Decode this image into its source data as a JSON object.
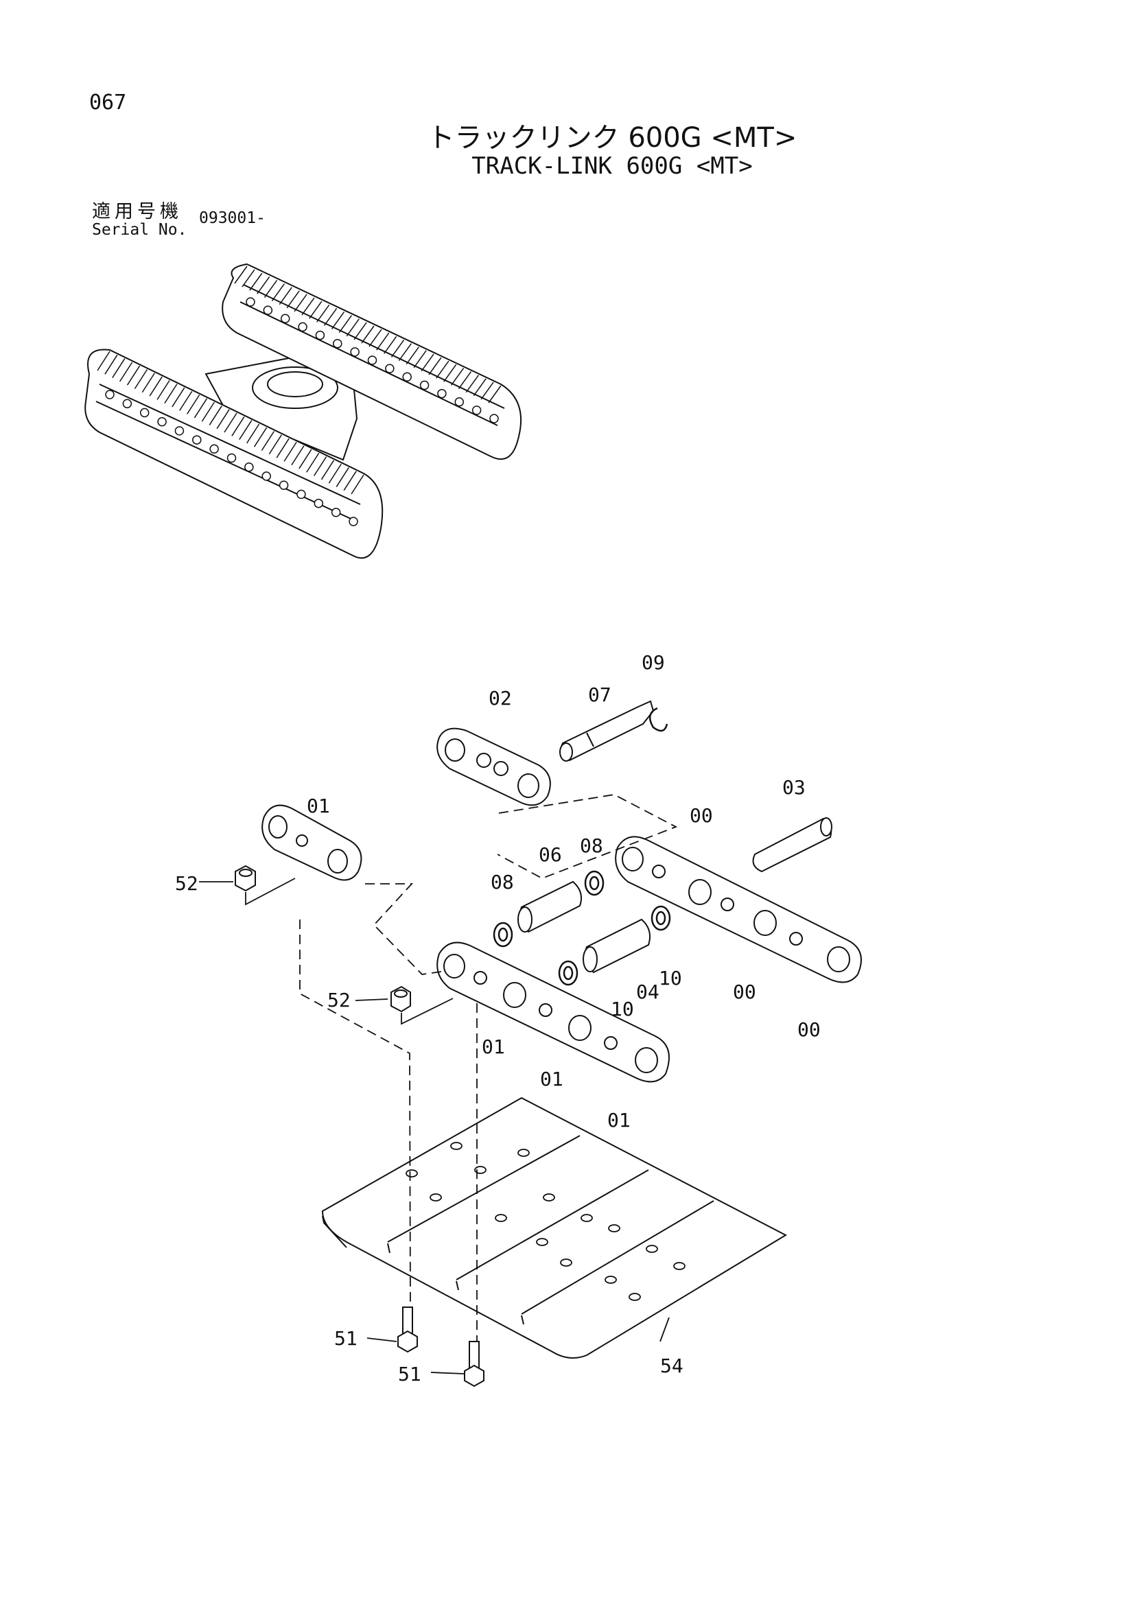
{
  "header": {
    "page_number": "067",
    "title_jp": "トラックリンク 600G <MT>",
    "title_en": "TRACK-LINK 600G <MT>",
    "serial_label_jp": "適用号機",
    "serial_label_en": "Serial No.",
    "serial_number": "093001-"
  },
  "callouts": {
    "c09": "09",
    "c02": "02",
    "c07": "07",
    "c03": "03",
    "c01a": "01",
    "c00a": "00",
    "c08a": "08",
    "c06": "06",
    "c08b": "08",
    "c52a": "52",
    "c52b": "52",
    "c10a": "10",
    "c04": "04",
    "c10b": "10",
    "c00b": "00",
    "c00c": "00",
    "c01b": "01",
    "c01c": "01",
    "c01d": "01",
    "c51a": "51",
    "c51b": "51",
    "c54": "54"
  }
}
